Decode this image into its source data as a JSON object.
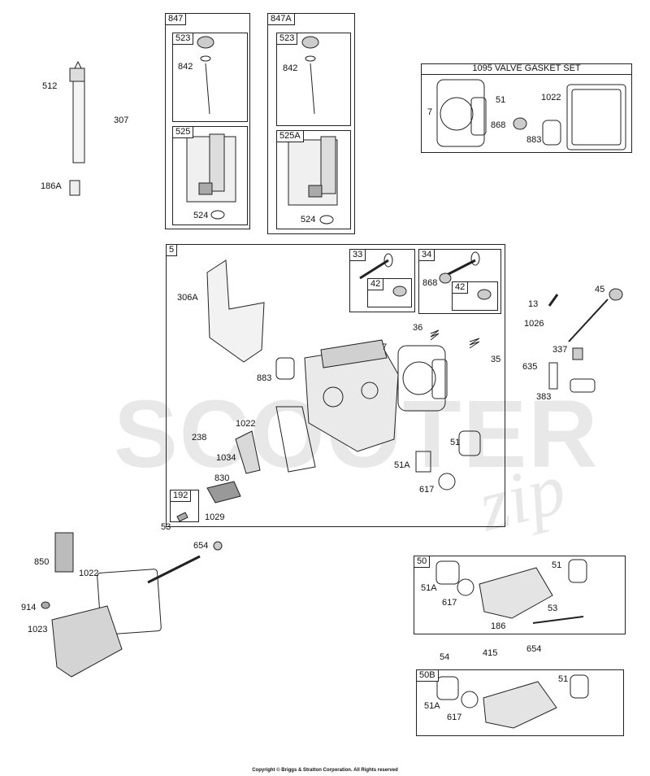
{
  "watermark": {
    "main": "SCOOTER",
    "script": "zip"
  },
  "copyright": "Copyright © Briggs & Stratton Corporation. All Rights reserved",
  "boxes": {
    "b847": "847",
    "b847a": "847A",
    "b523a": "523",
    "b525": "525",
    "b523b": "523",
    "b525a": "525A",
    "b1095": "1095 VALVE GASKET SET",
    "b5": "5",
    "b33": "33",
    "b34": "34",
    "b42a": "42",
    "b42b": "42",
    "b192": "192",
    "b50": "50",
    "b50b": "50B"
  },
  "parts": [
    "512",
    "307",
    "186A",
    "842",
    "524",
    "842",
    "524",
    "7",
    "51",
    "1022",
    "868",
    "883",
    "306A",
    "13",
    "45",
    "868",
    "1026",
    "36",
    "7",
    "35",
    "337",
    "883",
    "635",
    "383",
    "1022",
    "238",
    "1034",
    "51",
    "51A",
    "830",
    "617",
    "1029",
    "53",
    "654",
    "850",
    "1022",
    "51",
    "51A",
    "617",
    "53",
    "186",
    "914",
    "1023",
    "54",
    "415",
    "654",
    "51",
    "51A",
    "617"
  ]
}
